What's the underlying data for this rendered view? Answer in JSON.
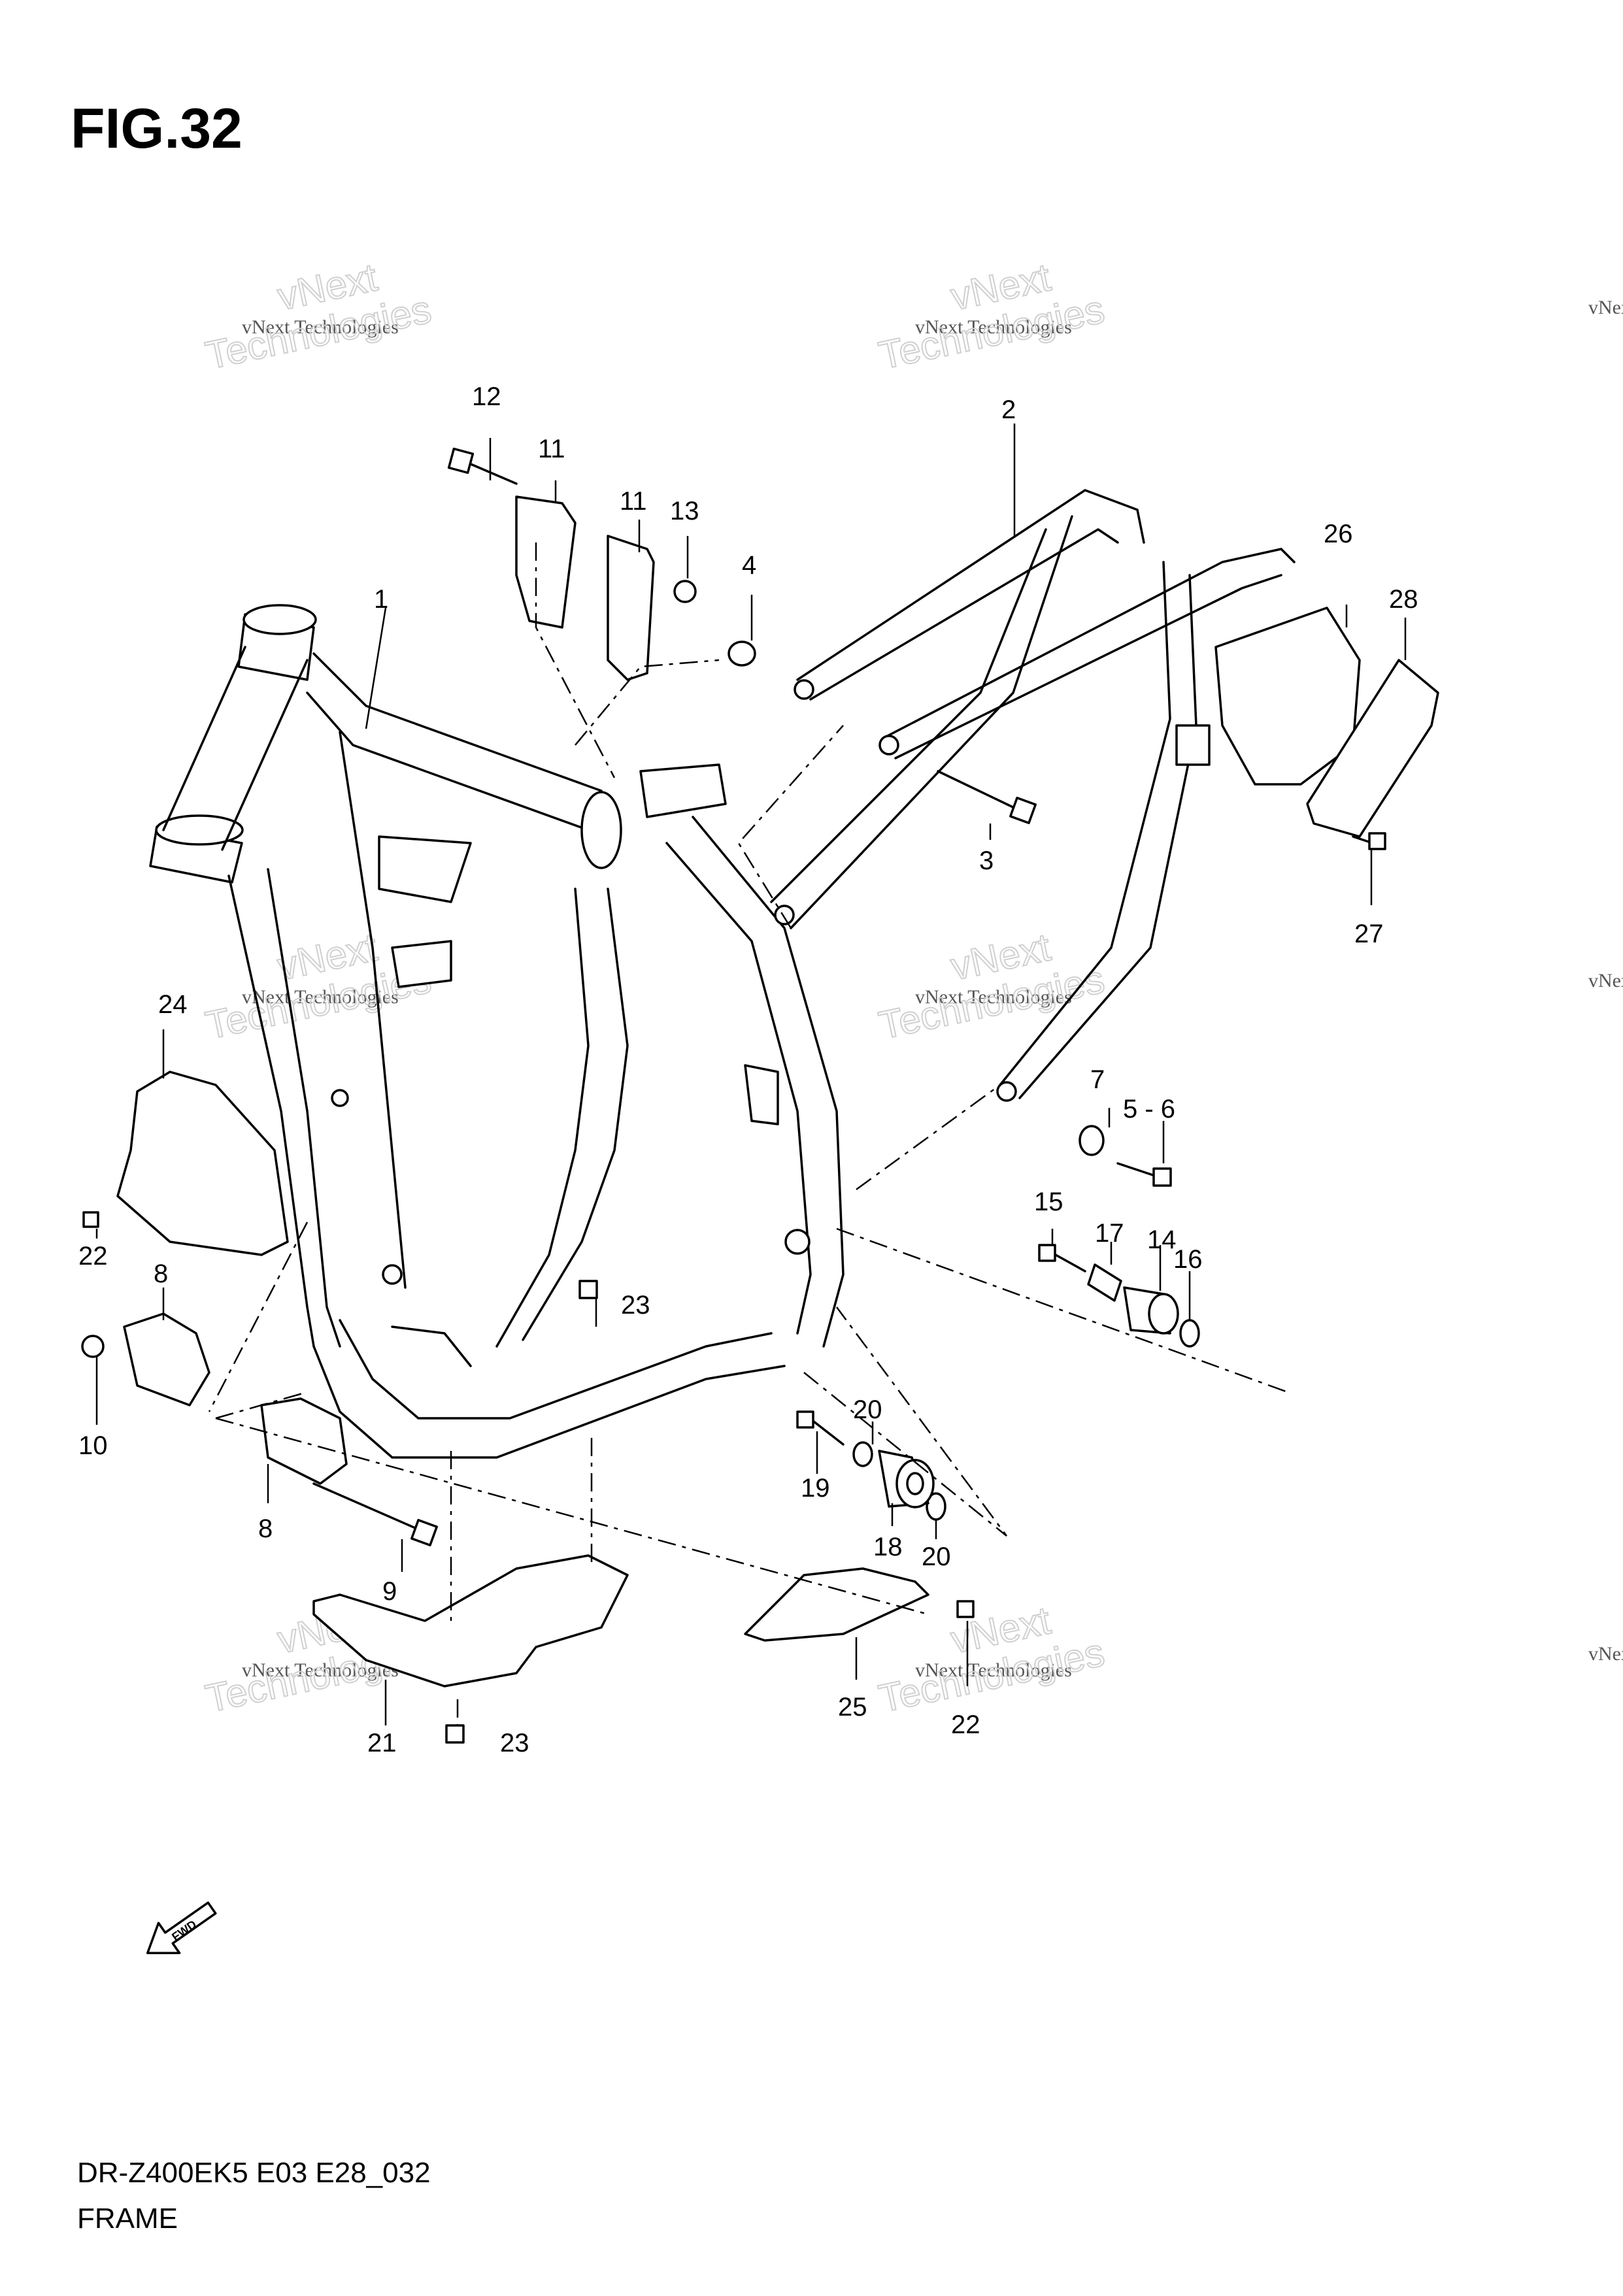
{
  "figure_label": "FIG.32",
  "diagram_code": "DR-Z400EK5 E03 E28_032",
  "diagram_name": "FRAME",
  "fwd_badge": "FWD",
  "watermark": {
    "company_line": "vNext Technologies",
    "word_a": "vNext",
    "word_b": "Technologies"
  },
  "callouts": {
    "c1": "1",
    "c2": "2",
    "c3": "3",
    "c4": "4",
    "c5_6": "5 - 6",
    "c7": "7",
    "c8a": "8",
    "c8b": "8",
    "c9": "9",
    "c10": "10",
    "c11a": "11",
    "c11b": "11",
    "c12": "12",
    "c13": "13",
    "c14": "14",
    "c15": "15",
    "c16": "16",
    "c17": "17",
    "c18": "18",
    "c19": "19",
    "c20a": "20",
    "c20b": "20",
    "c21": "21",
    "c22a": "22",
    "c22b": "22",
    "c23a": "23",
    "c23b": "23",
    "c24": "24",
    "c25": "25",
    "c26": "26",
    "c27": "27",
    "c28": "28"
  }
}
